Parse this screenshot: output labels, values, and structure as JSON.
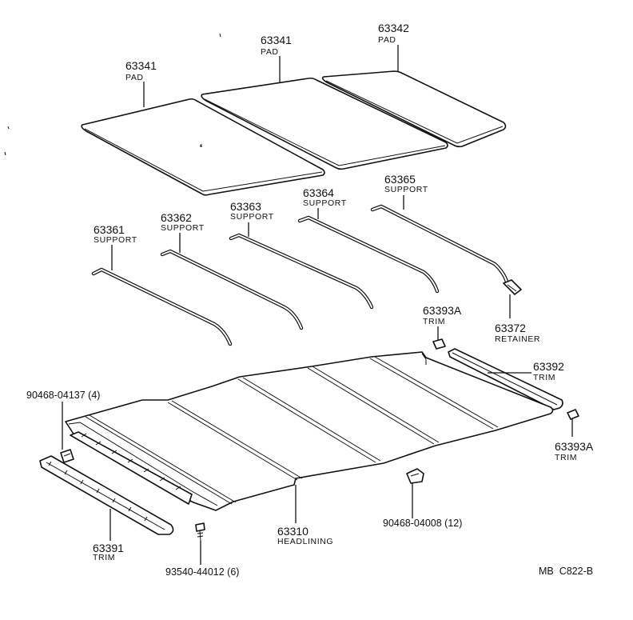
{
  "labels": {
    "pad_left": {
      "number": "63341",
      "name": "PAD"
    },
    "pad_mid": {
      "number": "63341",
      "name": "PAD"
    },
    "pad_right": {
      "number": "63342",
      "name": "PAD"
    },
    "support_1": {
      "number": "63361",
      "name": "SUPPORT"
    },
    "support_2": {
      "number": "63362",
      "name": "SUPPORT"
    },
    "support_3": {
      "number": "63363",
      "name": "SUPPORT"
    },
    "support_4": {
      "number": "63364",
      "name": "SUPPORT"
    },
    "support_5": {
      "number": "63365",
      "name": "SUPPORT"
    },
    "trim_393a_top": {
      "number": "63393A",
      "name": "TRIM"
    },
    "retainer": {
      "number": "63372",
      "name": "RETAINER"
    },
    "trim_392": {
      "number": "63392",
      "name": "TRIM"
    },
    "trim_393a_bottom": {
      "number": "63393A",
      "name": "TRIM"
    },
    "clip_4137": {
      "text": "90468-04137 (4)"
    },
    "headlining": {
      "number": "63310",
      "name": "HEADLINING"
    },
    "clip_4008": {
      "text": "90468-04008 (12)"
    },
    "trim_391": {
      "number": "63391",
      "name": "TRIM"
    },
    "screw": {
      "text": "93540-44012 (6)"
    },
    "ref_code": {
      "text": "MB  C822-B"
    }
  }
}
